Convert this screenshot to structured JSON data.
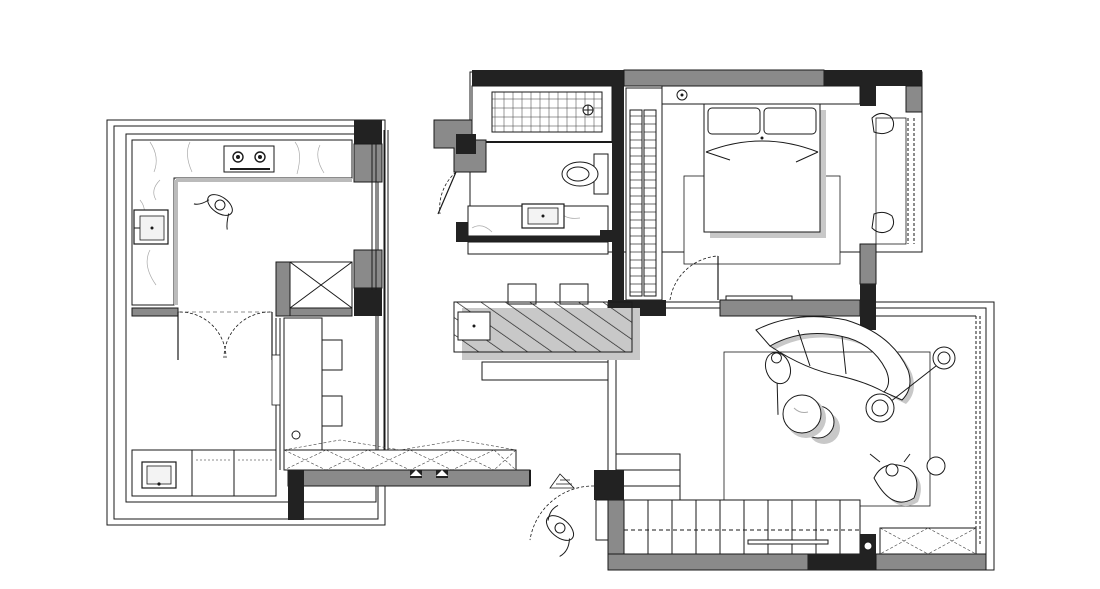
{
  "image": {
    "kind": "architectural floor plan",
    "style": "black and white with grey wall fills and shadows"
  },
  "palette": {
    "background": "#ffffff",
    "wall_dark": "#222222",
    "wall_grey": "#8a8a8a",
    "line": "#1a1a1a",
    "shadow": "#c8c8c8",
    "floor_shade": "#f3f3f3"
  },
  "rooms": [
    {
      "id": "kitchen",
      "icons": [
        "hob-icon",
        "sink-icon",
        "person-icon"
      ]
    },
    {
      "id": "laundry",
      "icons": [
        "sink-icon",
        "cabinet-icon"
      ]
    },
    {
      "id": "bathroom",
      "icons": [
        "shower-icon",
        "toilet-icon",
        "sink-icon"
      ]
    },
    {
      "id": "bedroom",
      "icons": [
        "bed-icon",
        "rug-icon",
        "wardrobe-icon",
        "chair-icon"
      ]
    },
    {
      "id": "dining",
      "icons": [
        "island-counter-icon",
        "stool-icon",
        "bench-icon"
      ]
    },
    {
      "id": "living",
      "icons": [
        "sofa-icon",
        "coffee-table-icon",
        "floor-lamp-icon",
        "armchair-icon",
        "side-table-icon"
      ]
    },
    {
      "id": "entry",
      "icons": [
        "person-icon",
        "door-swing-icon",
        "shoe-cabinet-icon"
      ]
    },
    {
      "id": "stair",
      "icons": [
        "stair-icon"
      ]
    }
  ]
}
